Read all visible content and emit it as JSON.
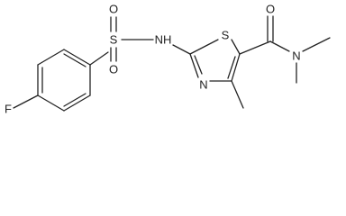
{
  "molecule": {
    "atoms": {
      "fluorine": "F",
      "sulfonyl_sulfur": "S",
      "sulfonyl_oxygen_top": "O",
      "sulfonyl_oxygen_bottom": "O",
      "sulfonamide_nh": "NH",
      "thiazole_sulfur": "S",
      "thiazole_nitrogen": "N",
      "amide_oxygen": "O",
      "amide_nitrogen": "N"
    }
  }
}
